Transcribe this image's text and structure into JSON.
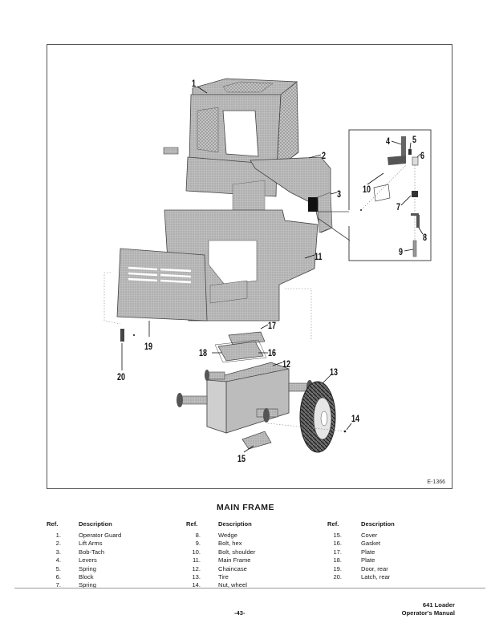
{
  "figure": {
    "id": "E-1366",
    "callouts": [
      {
        "num": "1",
        "part": "operator-guard"
      },
      {
        "num": "2",
        "part": "lift-arms"
      },
      {
        "num": "3",
        "part": "bob-tach"
      },
      {
        "num": "4",
        "part": "levers"
      },
      {
        "num": "5",
        "part": "spring"
      },
      {
        "num": "6",
        "part": "block"
      },
      {
        "num": "7",
        "part": "spring"
      },
      {
        "num": "8",
        "part": "wedge"
      },
      {
        "num": "9",
        "part": "bolt-hex"
      },
      {
        "num": "10",
        "part": "bolt-shoulder"
      },
      {
        "num": "11",
        "part": "main-frame"
      },
      {
        "num": "12",
        "part": "chaincase"
      },
      {
        "num": "13",
        "part": "tire"
      },
      {
        "num": "14",
        "part": "nut-wheel"
      },
      {
        "num": "15",
        "part": "cover"
      },
      {
        "num": "16",
        "part": "gasket"
      },
      {
        "num": "17",
        "part": "plate"
      },
      {
        "num": "18",
        "part": "plate"
      },
      {
        "num": "19",
        "part": "door-rear"
      },
      {
        "num": "20",
        "part": "latch-rear"
      }
    ]
  },
  "title": "MAIN  FRAME",
  "table": {
    "header_ref": "Ref.",
    "header_desc": "Description",
    "columns": [
      [
        {
          "ref": "1.",
          "desc": "Operator Guard"
        },
        {
          "ref": "2.",
          "desc": "Lift Arms"
        },
        {
          "ref": "3.",
          "desc": "Bob-Tach"
        },
        {
          "ref": "4.",
          "desc": "Levers"
        },
        {
          "ref": "5.",
          "desc": "Spring"
        },
        {
          "ref": "6.",
          "desc": "Block"
        },
        {
          "ref": "7.",
          "desc": "Spring"
        }
      ],
      [
        {
          "ref": "8.",
          "desc": "Wedge"
        },
        {
          "ref": "9.",
          "desc": "Bolt, hex"
        },
        {
          "ref": "10.",
          "desc": "Bolt, shoulder"
        },
        {
          "ref": "11.",
          "desc": "Main Frame"
        },
        {
          "ref": "12.",
          "desc": "Chaincase"
        },
        {
          "ref": "13.",
          "desc": "Tire"
        },
        {
          "ref": "14.",
          "desc": "Nut, wheel"
        }
      ],
      [
        {
          "ref": "15.",
          "desc": "Cover"
        },
        {
          "ref": "16.",
          "desc": "Gasket"
        },
        {
          "ref": "17.",
          "desc": "Plate"
        },
        {
          "ref": "18.",
          "desc": "Plate"
        },
        {
          "ref": "19.",
          "desc": "Door, rear"
        },
        {
          "ref": "20.",
          "desc": "Latch, rear"
        }
      ]
    ]
  },
  "page_number": "-43-",
  "footer": {
    "line1": "641 Loader",
    "line2": "Operator's Manual"
  }
}
